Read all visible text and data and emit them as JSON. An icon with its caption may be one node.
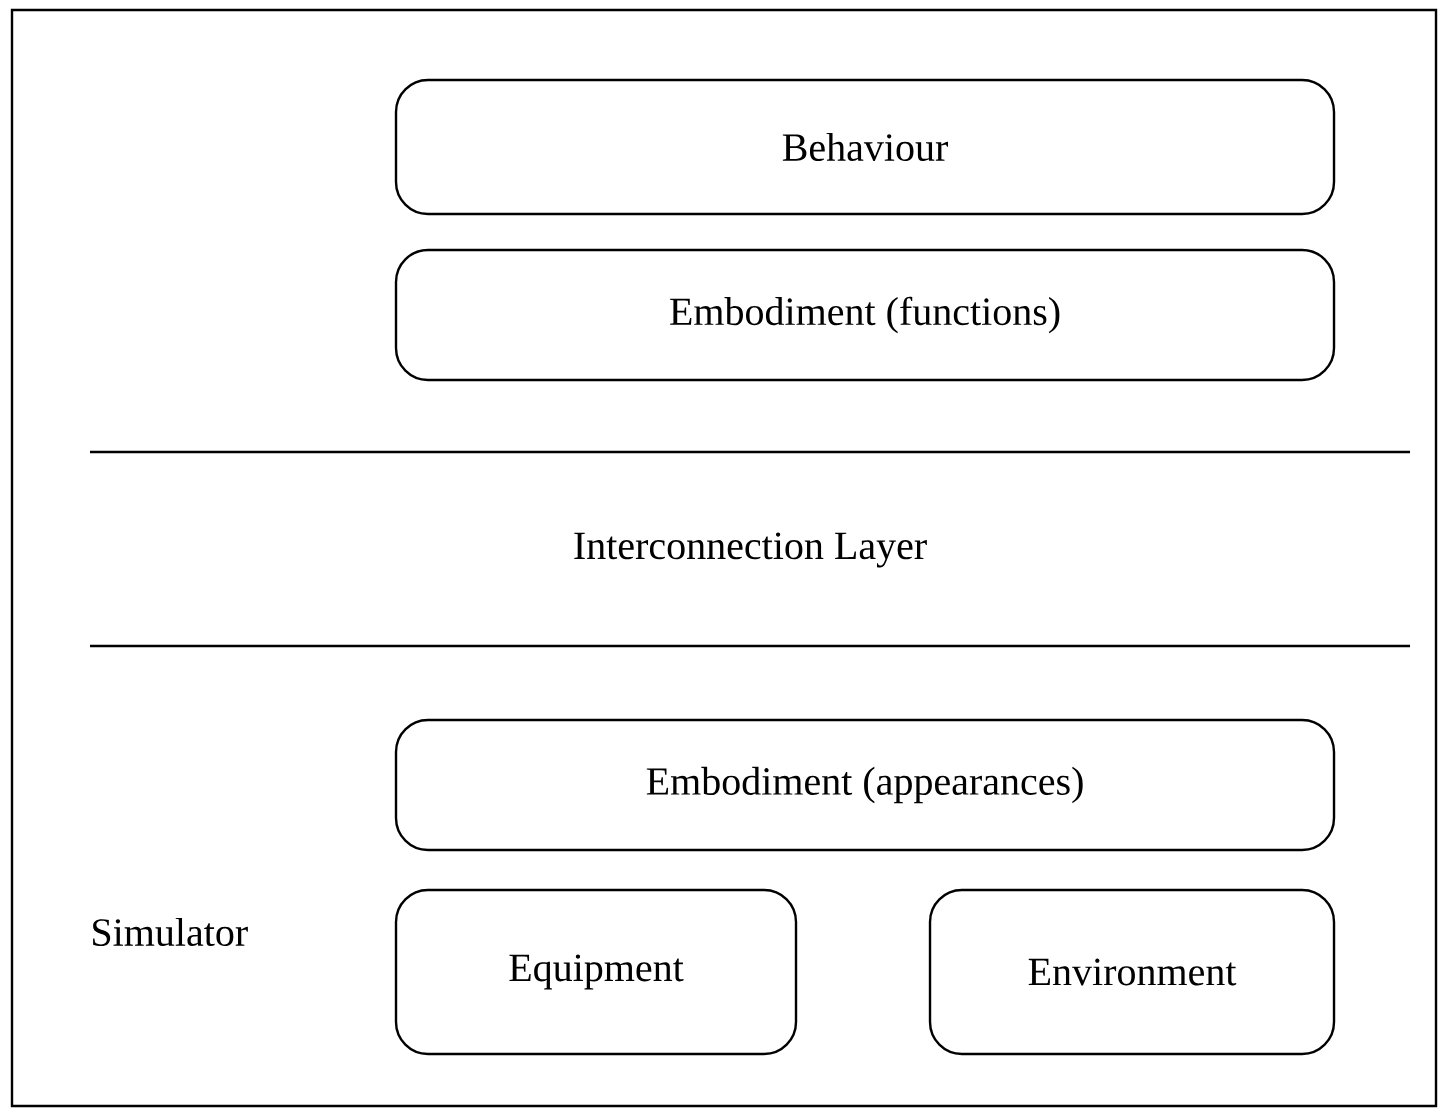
{
  "diagram": {
    "nodes": [
      {
        "text": [
          "Behaviour"
        ]
      },
      {
        "text": [
          "Embodiment (functions)"
        ]
      },
      {
        "text": [
          "Embodiment (appearances)"
        ]
      },
      {
        "text": [
          "Equipment"
        ]
      },
      {
        "text": [
          "Environment"
        ]
      }
    ],
    "labels": [
      "Interconnection Layer",
      "Simulator"
    ]
  }
}
